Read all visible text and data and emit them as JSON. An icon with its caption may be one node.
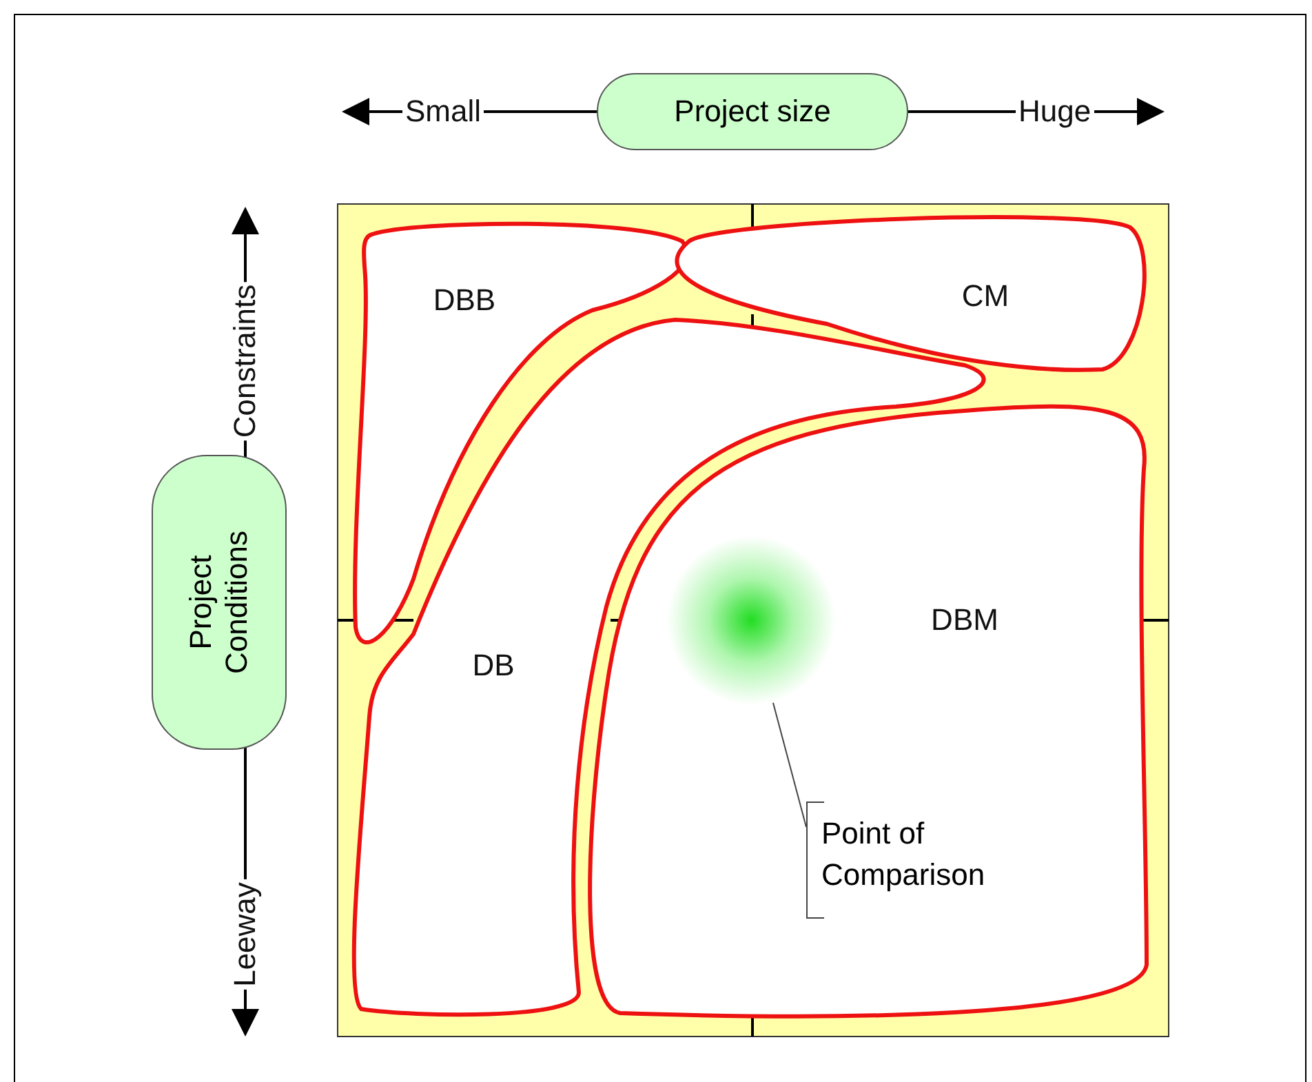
{
  "diagram": {
    "nodes": [
      {
        "text": [
          "Project size"
        ]
      },
      {
        "text": [
          "Project Conditions"
        ]
      },
      {
        "text": [
          "DBB"
        ]
      },
      {
        "text": [
          "CM"
        ]
      },
      {
        "text": [
          "DB"
        ]
      },
      {
        "text": [
          "DBM"
        ]
      },
      {
        "text": [],
        "shape": "circle",
        "in": 5
      },
      {
        "text": [
          "Point of Comparison"
        ],
        "in": 5
      }
    ],
    "edges": [
      {
        "from": 7,
        "to": 6,
        "arrow": "none"
      }
    ],
    "labels": [
      "Small",
      "Huge",
      "Constraints",
      "Leeway"
    ]
  }
}
